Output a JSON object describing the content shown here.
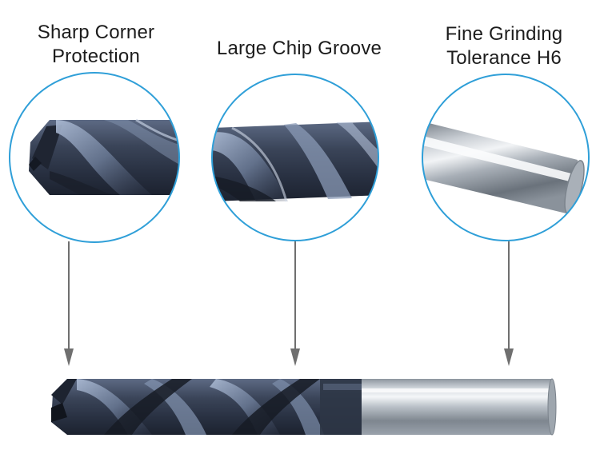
{
  "features": [
    {
      "line1": "Sharp Corner",
      "line2": "Protection"
    },
    {
      "line1": "Large Chip Groove",
      "line2": ""
    },
    {
      "line1": "Fine Grinding",
      "line2": "Tolerance H6"
    }
  ],
  "colors": {
    "circle_border": "#2f9fd8",
    "arrow": "#6f6f6f",
    "coating_dark": "#2d3646",
    "coating_mid": "#4c5870",
    "coating_light": "#8fa2c0",
    "shank_light": "#e9edf1",
    "shank_dark": "#8c949c",
    "text": "#1c1c1c"
  },
  "icons": {
    "zoom_circle": "magnifier-circle",
    "arrow": "arrow-down-icon"
  }
}
